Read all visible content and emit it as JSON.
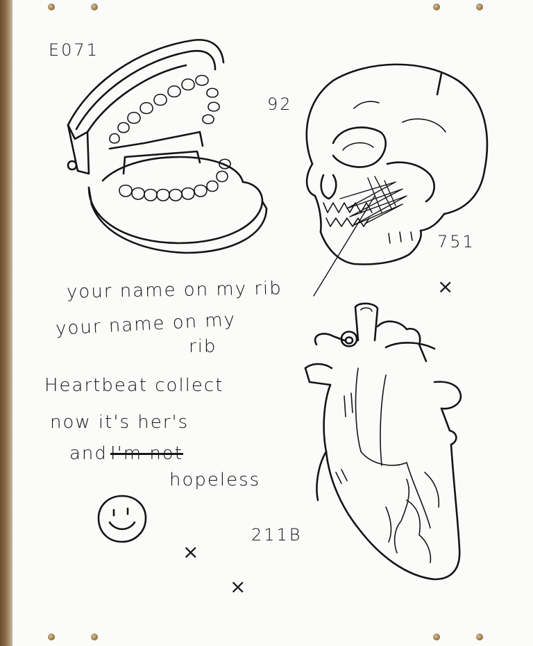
{
  "numbers": {
    "dentures": "E071",
    "skull_top": "92",
    "skull_side": "751",
    "heart": "211B"
  },
  "lyrics": {
    "line1": "your name on my rib",
    "line2": "your name on my",
    "line3": "rib",
    "line4": "Heartbeat collect",
    "line5": "now it's her's",
    "line6_and": "and",
    "line6_struck": "I'm not",
    "line7": "hopeless"
  },
  "marks": {
    "cross": "×"
  },
  "icons": [
    "dentures-drawing",
    "skull-drawing",
    "anatomical-heart-drawing",
    "smiley-face-drawing",
    "cross-mark"
  ],
  "colors": {
    "ink": "#141414",
    "paper": "#fbfbfa",
    "board": "#8a6a48"
  }
}
